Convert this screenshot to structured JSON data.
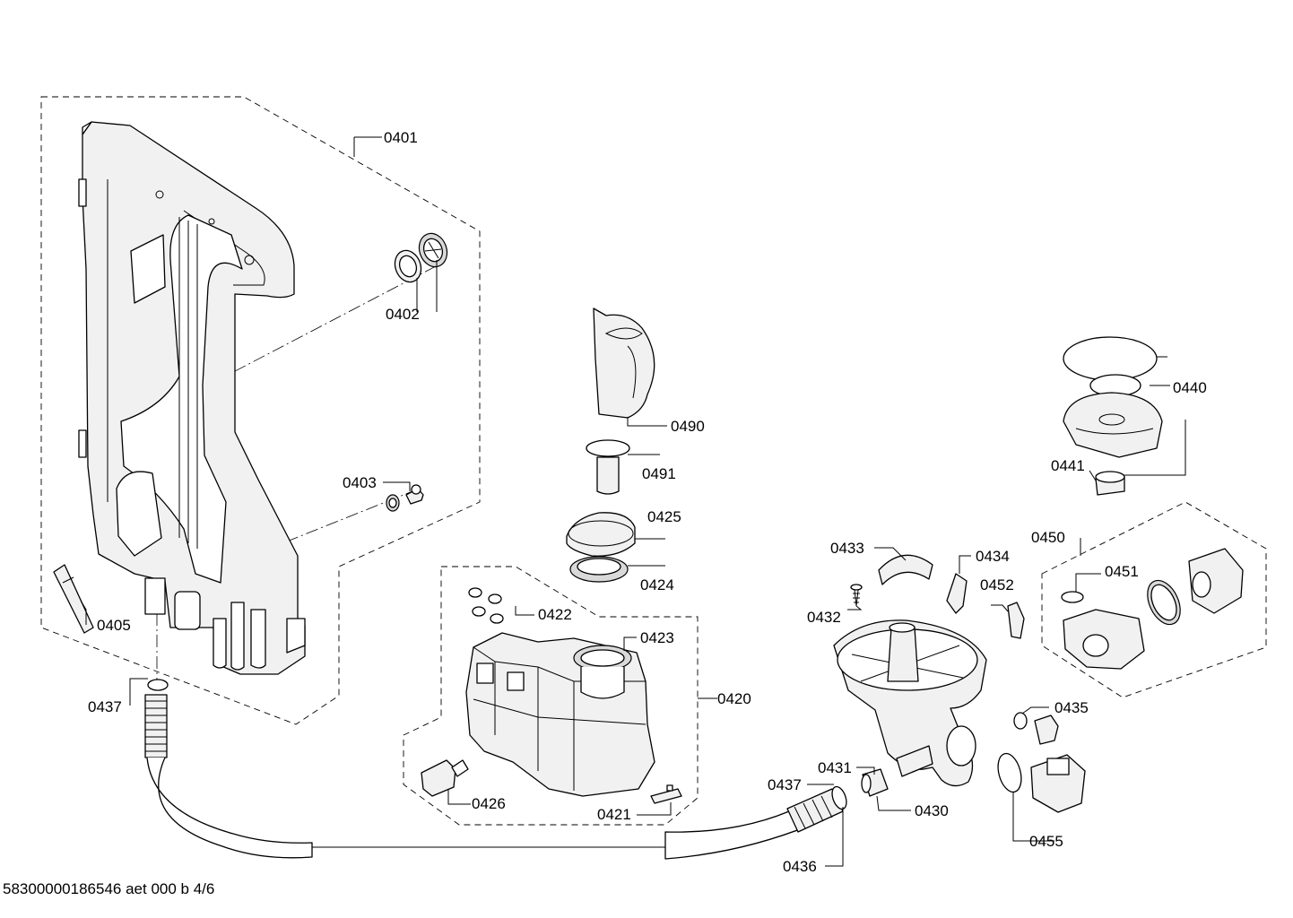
{
  "diagram": {
    "footer": "58300000186546 aet 000 b 4/6",
    "labels": {
      "p0401": "0401",
      "p0402": "0402",
      "p0403": "0403",
      "p0405": "0405",
      "p0437a": "0437",
      "p0490": "0490",
      "p0491": "0491",
      "p0425": "0425",
      "p0424": "0424",
      "p0422": "0422",
      "p0423": "0423",
      "p0420": "0420",
      "p0426": "0426",
      "p0421": "0421",
      "p0433": "0433",
      "p0434": "0434",
      "p0452": "0452",
      "p0432": "0432",
      "p0431": "0431",
      "p0437b": "0437",
      "p0430": "0430",
      "p0436": "0436",
      "p0440": "0440",
      "p0441": "0441",
      "p0450": "0450",
      "p0451": "0451",
      "p0435": "0435",
      "p0455": "0455"
    }
  }
}
